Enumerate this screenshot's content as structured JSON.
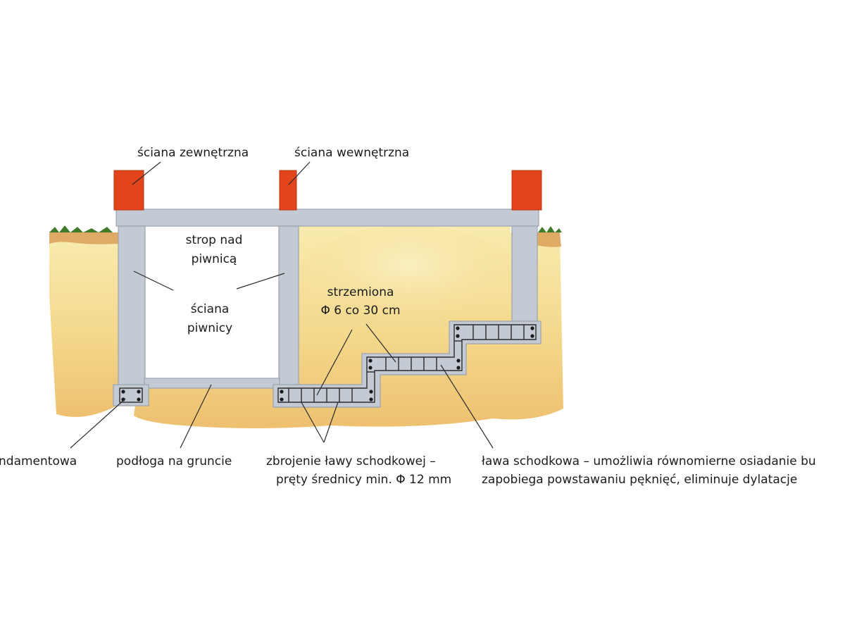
{
  "labels": {
    "exterior_wall": "ściana zewnętrzna",
    "interior_wall": "ściana wewnętrzna",
    "ceiling_1": "strop nad",
    "ceiling_2": "piwnicą",
    "basement_wall_1": "ściana",
    "basement_wall_2": "piwnicy",
    "stirrups_1": "strzemiona",
    "stirrups_2": "Φ 6 co 30 cm",
    "strip_footing": "ndamentowa",
    "ground_floor": "podłoga na gruncie",
    "reinforcement_1": "zbrojenie ławy schodkowej –",
    "reinforcement_2": "pręty średnicy min. Φ 12 mm",
    "stepped_footing_1": "ława schodkowa – umożliwia równomierne osiadanie bu",
    "stepped_footing_2": "zapobiega powstawaniu pęknięć, eliminuje dylatacje"
  },
  "colors": {
    "soil_light": "#f6e6a2",
    "soil_dark": "#e8b760",
    "topsoil": "#d89a52",
    "grass": "#3f7a2a",
    "concrete": "#c3cad4",
    "brick": "#e2441c",
    "basement_interior": "#ffffff"
  }
}
